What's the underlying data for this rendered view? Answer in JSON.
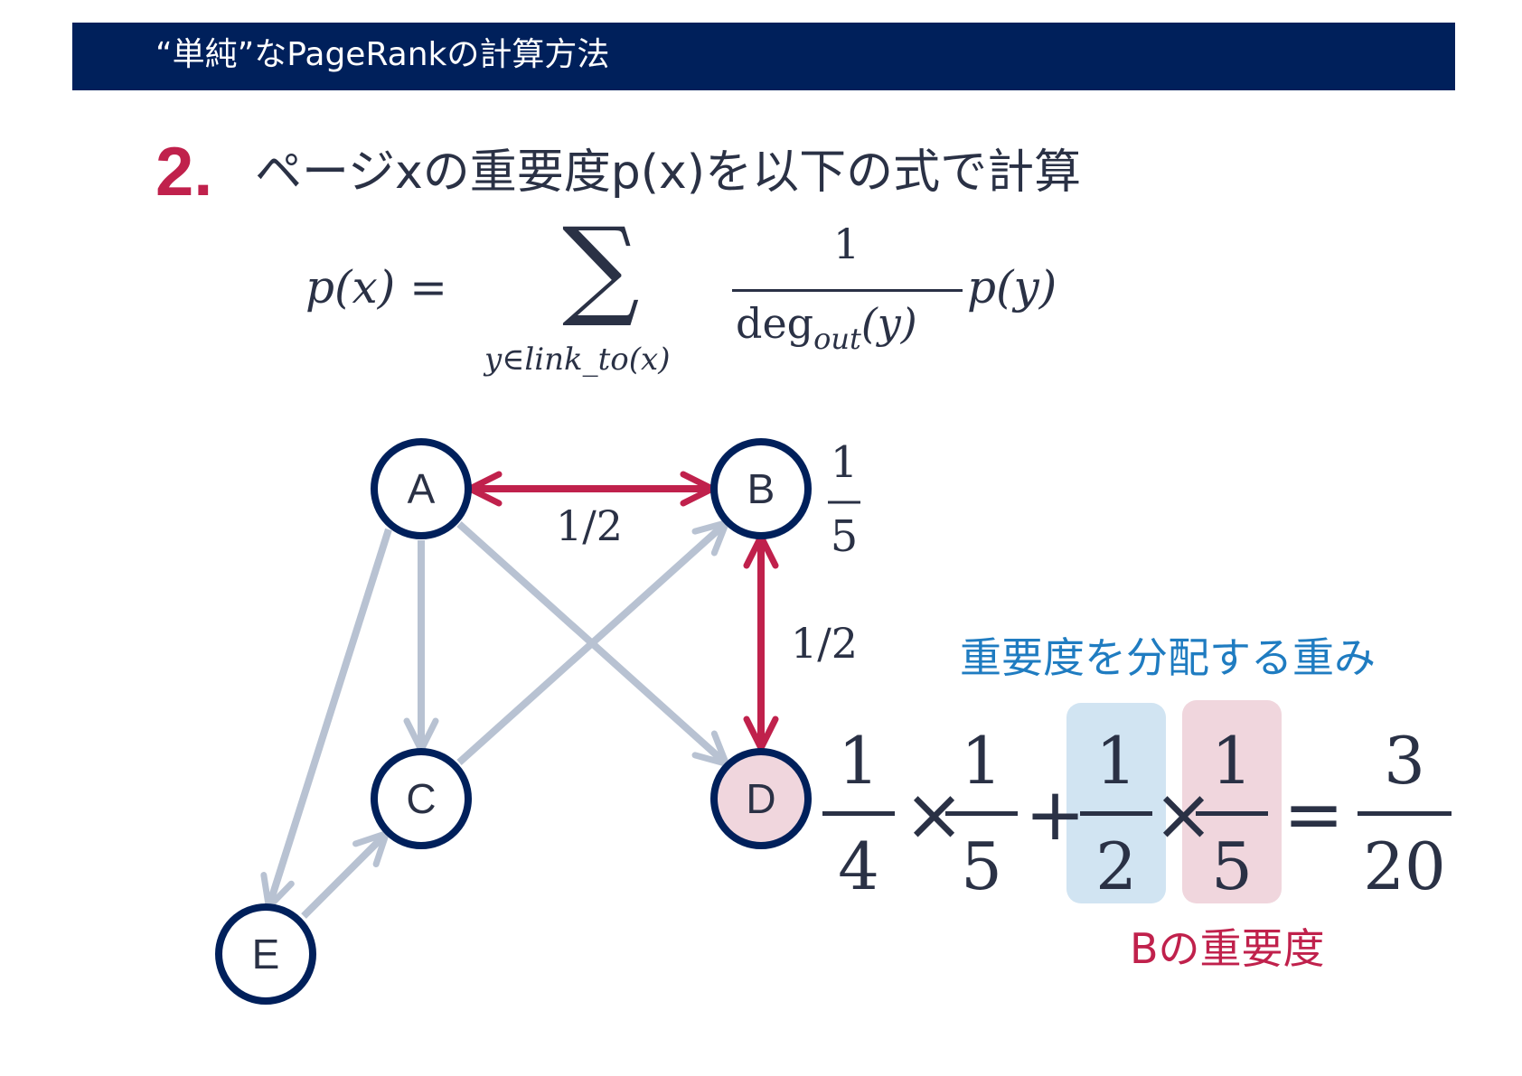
{
  "header": {
    "title": "“単純”なPageRankの計算方法"
  },
  "step": {
    "number": "2.",
    "text": "ページxの重要度p(x)を以下の式で計算"
  },
  "formula": {
    "lhs": "p(x) =",
    "sigma": "∑",
    "sum_subscript": "y∈link_to(x)",
    "fraction_numerator": "1",
    "fraction_denominator": "deg",
    "fraction_denominator_sub": "out",
    "fraction_denominator_arg": "(y)",
    "rhs": "p(y)"
  },
  "graph": {
    "nodes": [
      {
        "id": "A",
        "label": "A",
        "highlighted": false
      },
      {
        "id": "B",
        "label": "B",
        "highlighted": false
      },
      {
        "id": "C",
        "label": "C",
        "highlighted": false
      },
      {
        "id": "D",
        "label": "D",
        "highlighted": true
      },
      {
        "id": "E",
        "label": "E",
        "highlighted": false
      }
    ],
    "edges": [
      {
        "from": "A",
        "to": "B",
        "bidirectional": true,
        "highlighted": true,
        "label": "1/2"
      },
      {
        "from": "B",
        "to": "D",
        "bidirectional": true,
        "highlighted": true,
        "label": "1/2"
      },
      {
        "from": "A",
        "to": "C",
        "bidirectional": false,
        "highlighted": false
      },
      {
        "from": "A",
        "to": "D",
        "bidirectional": false,
        "highlighted": false
      },
      {
        "from": "A",
        "to": "E",
        "bidirectional": false,
        "highlighted": false
      },
      {
        "from": "C",
        "to": "B",
        "bidirectional": false,
        "highlighted": false
      },
      {
        "from": "E",
        "to": "C",
        "bidirectional": false,
        "highlighted": false
      }
    ],
    "b_value": {
      "numerator": "1",
      "denominator": "5"
    }
  },
  "colors": {
    "node_border": "#00205b",
    "node_fill": "#ffffff",
    "node_fill_highlight": "#f0d6dd",
    "edge_highlight": "#c0214c",
    "edge_default": "#b8c2d2",
    "accent_blue": "#1f7cc1",
    "accent_red": "#c0214c"
  },
  "calculation": {
    "terms": [
      {
        "numerator": "1",
        "denominator": "4"
      },
      {
        "numerator": "1",
        "denominator": "5"
      },
      {
        "numerator": "1",
        "denominator": "2"
      },
      {
        "numerator": "1",
        "denominator": "5"
      }
    ],
    "times": "×",
    "plus": "+",
    "equals": "=",
    "result": {
      "numerator": "3",
      "denominator": "20"
    },
    "weight_label": "重要度を分配する重み",
    "importance_label": "Bの重要度"
  }
}
